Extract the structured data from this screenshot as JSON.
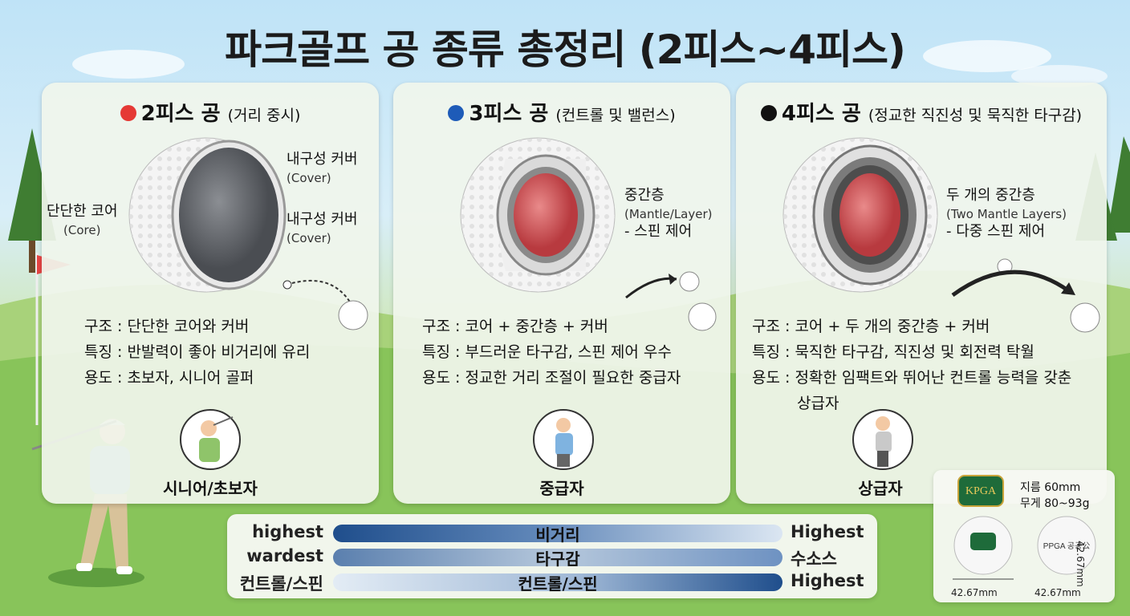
{
  "title": "파크골프 공 종류 총정리 (2피스~4피스)",
  "colors": {
    "red": "#e53935",
    "blue": "#1e5bb8",
    "black": "#111111",
    "bar_dark": "#1f4e8c"
  },
  "panels": [
    {
      "dot_color": "#e53935",
      "name": "2피스 공",
      "subtitle": "(거리 중시)",
      "labels": {
        "cover_top": "내구성 커버",
        "cover_top_en": "(Cover)",
        "core": "단단한 코어",
        "core_en": "(Core)",
        "cover_bottom": "내구성 커버",
        "cover_bottom_en": "(Cover)"
      },
      "structure": "구조 : 단단한 코어와 커버",
      "feature": "특징 : 반발력이 좋아 비거리에 유리",
      "usage": "용도 : 초보자, 시니어 골퍼",
      "player": "시니어/초보자"
    },
    {
      "dot_color": "#1e5bb8",
      "name": "3피스 공",
      "subtitle": "(컨트롤 및 밸런스)",
      "labels": {
        "mantle": "중간층",
        "mantle_en": "(Mantle/Layer)",
        "mantle_note": "- 스핀 제어"
      },
      "structure": "구조 : 코어 + 중간층 + 커버",
      "feature": "특징 : 부드러운 타구감, 스핀 제어 우수",
      "usage": "용도 : 정교한 거리 조절이 필요한 중급자",
      "player": "중급자"
    },
    {
      "dot_color": "#111111",
      "name": "4피스 공",
      "subtitle": "(정교한 직진성 및 묵직한 타구감)",
      "labels": {
        "mantle": "두 개의 중간층",
        "mantle_en": "(Two Mantle Layers)",
        "mantle_note": "- 다중 스핀 제어"
      },
      "structure": "구조 : 코어 + 두 개의 중간층 + 커버",
      "feature": "특징 : 묵직한 타구감, 직진성 및 회전력 탁월",
      "usage": "용도 : 정확한 임팩트와 뛰어난 컨트롤 능력을 갖춘",
      "usage_cont": "상급자",
      "player": "상급자"
    }
  ],
  "comparison": [
    {
      "left": "highest",
      "middle": "비거리",
      "right": "Highest"
    },
    {
      "left": "wardest",
      "middle": "타구감",
      "right": "수소스"
    },
    {
      "left": "컨트롤/스핀",
      "middle": "컨트롤/스핀",
      "right": "Highest"
    }
  ],
  "spec": {
    "logo": "KPGA",
    "diameter": "지름 60mm",
    "weight": "무게 80~93g",
    "dim_height": "42.67mm",
    "dim_width_1": "42.67mm",
    "dim_width_2": "42.67mm",
    "ball2_text": "PPGA 공공公"
  }
}
